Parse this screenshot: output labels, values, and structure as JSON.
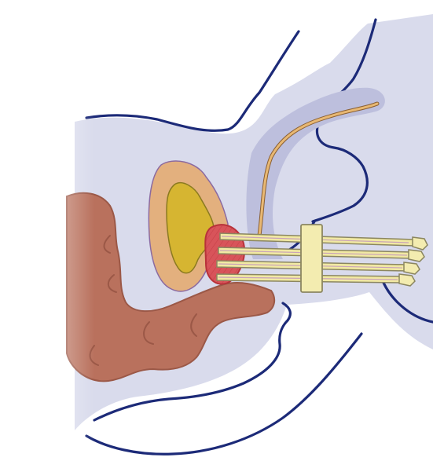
{
  "figure": {
    "labels": [],
    "colors": {
      "background": "#ffffff",
      "body_fill": "#d9dbec",
      "outline": "#1c2a78",
      "shaft_shadow": "#bdbfdd",
      "urethra": "#e8b873",
      "bladder_wall": "#e3b07e",
      "bladder_inner": "#d6b531",
      "rectum": "#b9715d",
      "rectum_edge": "#9b5847",
      "prostate": "#d8545a",
      "needle": "#f1e9a3",
      "needle_edge": "#8b8660",
      "template": "#f3ecb0"
    },
    "parts": [
      "pelvic-body",
      "penile-shaft",
      "urethra",
      "bladder",
      "prostate",
      "rectum",
      "implant-needles",
      "needle-template"
    ]
  }
}
